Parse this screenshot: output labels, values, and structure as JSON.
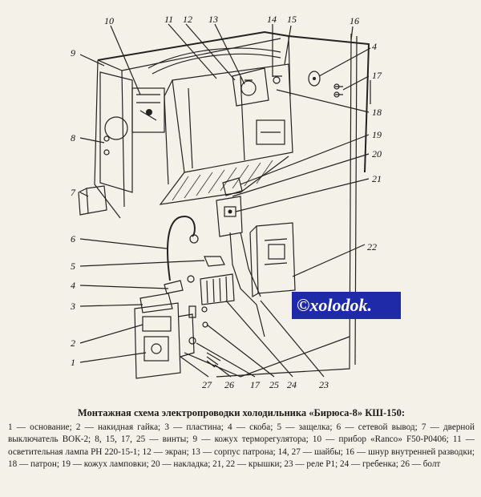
{
  "callouts": {
    "n1": "1",
    "n2": "2",
    "n3": "3",
    "n4a": "4",
    "n4b": "4",
    "n5": "5",
    "n6": "6",
    "n7": "7",
    "n8": "8",
    "n9": "9",
    "n10": "10",
    "n11": "11",
    "n12": "12",
    "n13": "13",
    "n14": "14",
    "n15": "15",
    "n16": "16",
    "n17a": "17",
    "n17b": "17",
    "n18": "18",
    "n19": "19",
    "n20": "20",
    "n21": "21",
    "n22": "22",
    "n23": "23",
    "n24": "24",
    "n25": "25",
    "n26": "26",
    "n27": "27"
  },
  "watermark": "©xolodok.",
  "caption": {
    "title": "Монтажная схема электропроводки холодильника «Бирюса-8» КШ-150:",
    "body": "1 — основание; 2 — накидная гайка; 3 — пластина; 4 — скоба; 5 — защелка; 6 — сетевой вывод; 7 — дверной выключатель ВОК-2; 8, 15, 17, 25 — винты; 9 — кожух терморегулятора; 10 — прибор «Ranco» F50-P0406; 11 — осветительная лампа РН 220-15-1; 12 — экран; 13 — сорпус патрона; 14, 27 — шайбы; 16 — шнур внутренней разводки; 18 — патрон; 19 — кожух ламповки; 20 — накладка; 21, 22 — крышки; 23 — реле Р1; 24 — гребенка; 26 — болт"
  }
}
